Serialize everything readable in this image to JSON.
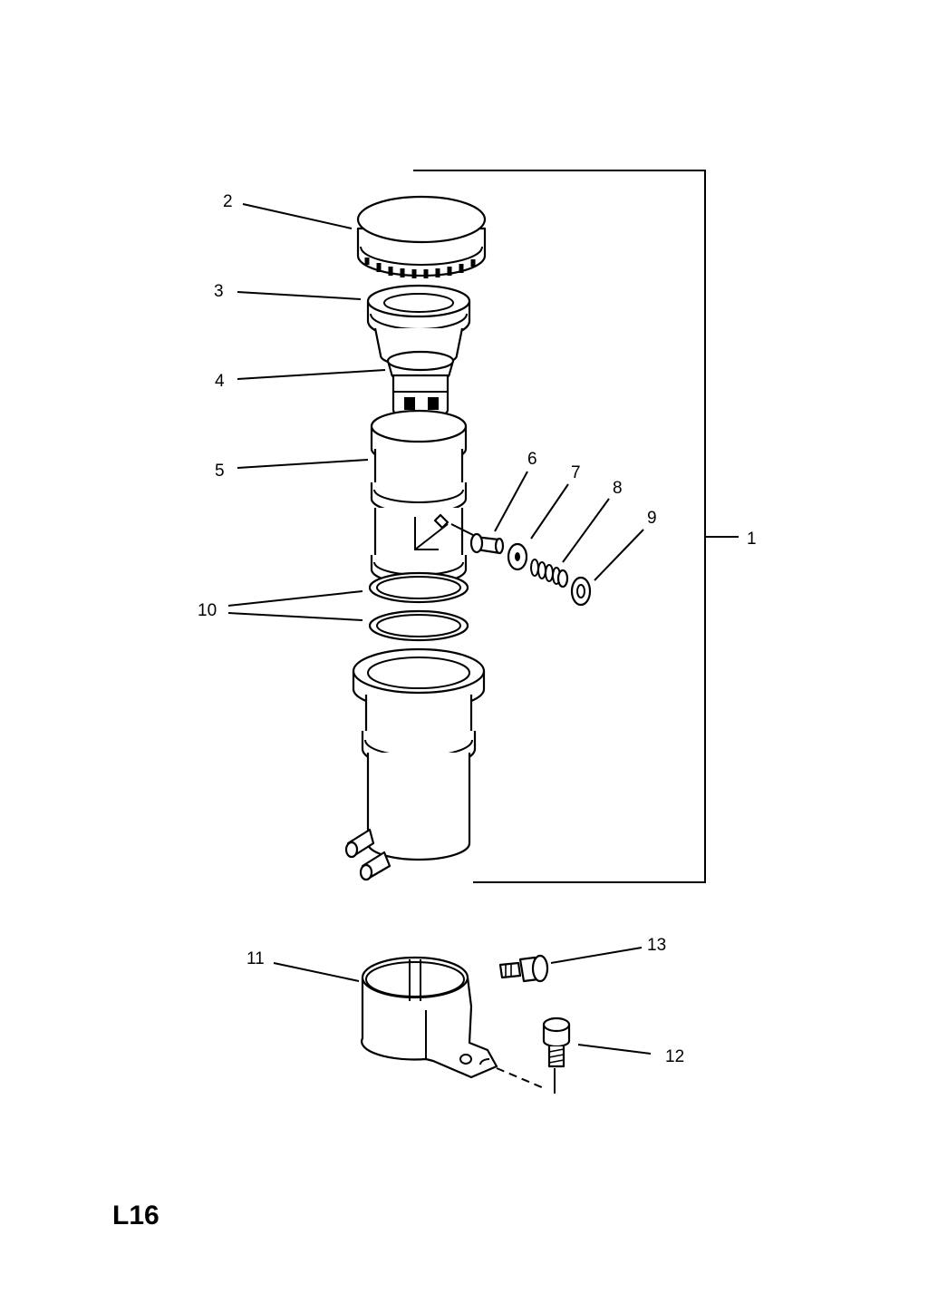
{
  "diagram_code": "L16",
  "callouts": {
    "c1": "1",
    "c2": "2",
    "c3": "3",
    "c4": "4",
    "c5": "5",
    "c6": "6",
    "c7": "7",
    "c8": "8",
    "c9": "9",
    "c10": "10",
    "c11": "11",
    "c12": "12",
    "c13": "13"
  }
}
